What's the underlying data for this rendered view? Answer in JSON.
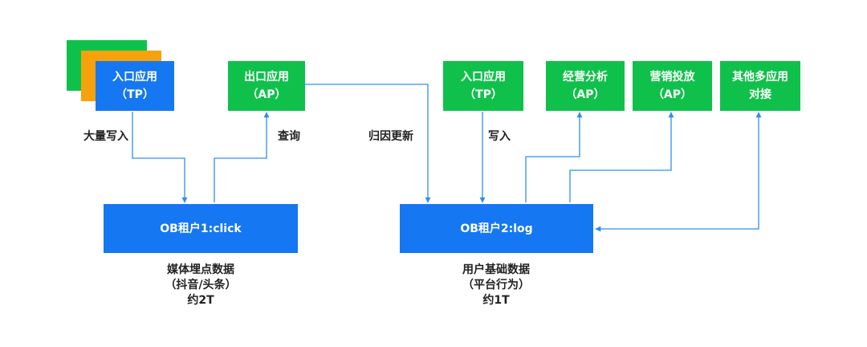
{
  "colors": {
    "app": "#0fc14a",
    "tenant": "#1677f2",
    "stack_back": "#0fc14a",
    "stack_mid": "#f5a20c",
    "edge": "#2e8ff0"
  },
  "nodes": {
    "tp_entry_left": {
      "line1": "入口应用",
      "line2": "（TP）"
    },
    "ap_exit": {
      "line1": "出口应用",
      "line2": "（AP）"
    },
    "tp_entry_right": {
      "line1": "入口应用",
      "line2": "（TP）"
    },
    "ap_business": {
      "line1": "经营分析",
      "line2": "（AP）"
    },
    "ap_marketing": {
      "line1": "营销投放",
      "line2": "（AP）"
    },
    "other_apps": {
      "line1": "其他多应用",
      "line2": "对接"
    },
    "tenant1": {
      "label": "OB租户1:click"
    },
    "tenant2": {
      "label": "OB租户2:log"
    }
  },
  "edges": {
    "bulk_write": "大量写入",
    "query": "查询",
    "attribution_update": "归因更新",
    "write": "写入"
  },
  "captions": {
    "tenant1": {
      "line1": "媒体埋点数据",
      "line2": "（抖音/头条）",
      "line3": "约2T"
    },
    "tenant2": {
      "line1": "用户基础数据",
      "line2": "（平台行为）",
      "line3": "约1T"
    }
  }
}
